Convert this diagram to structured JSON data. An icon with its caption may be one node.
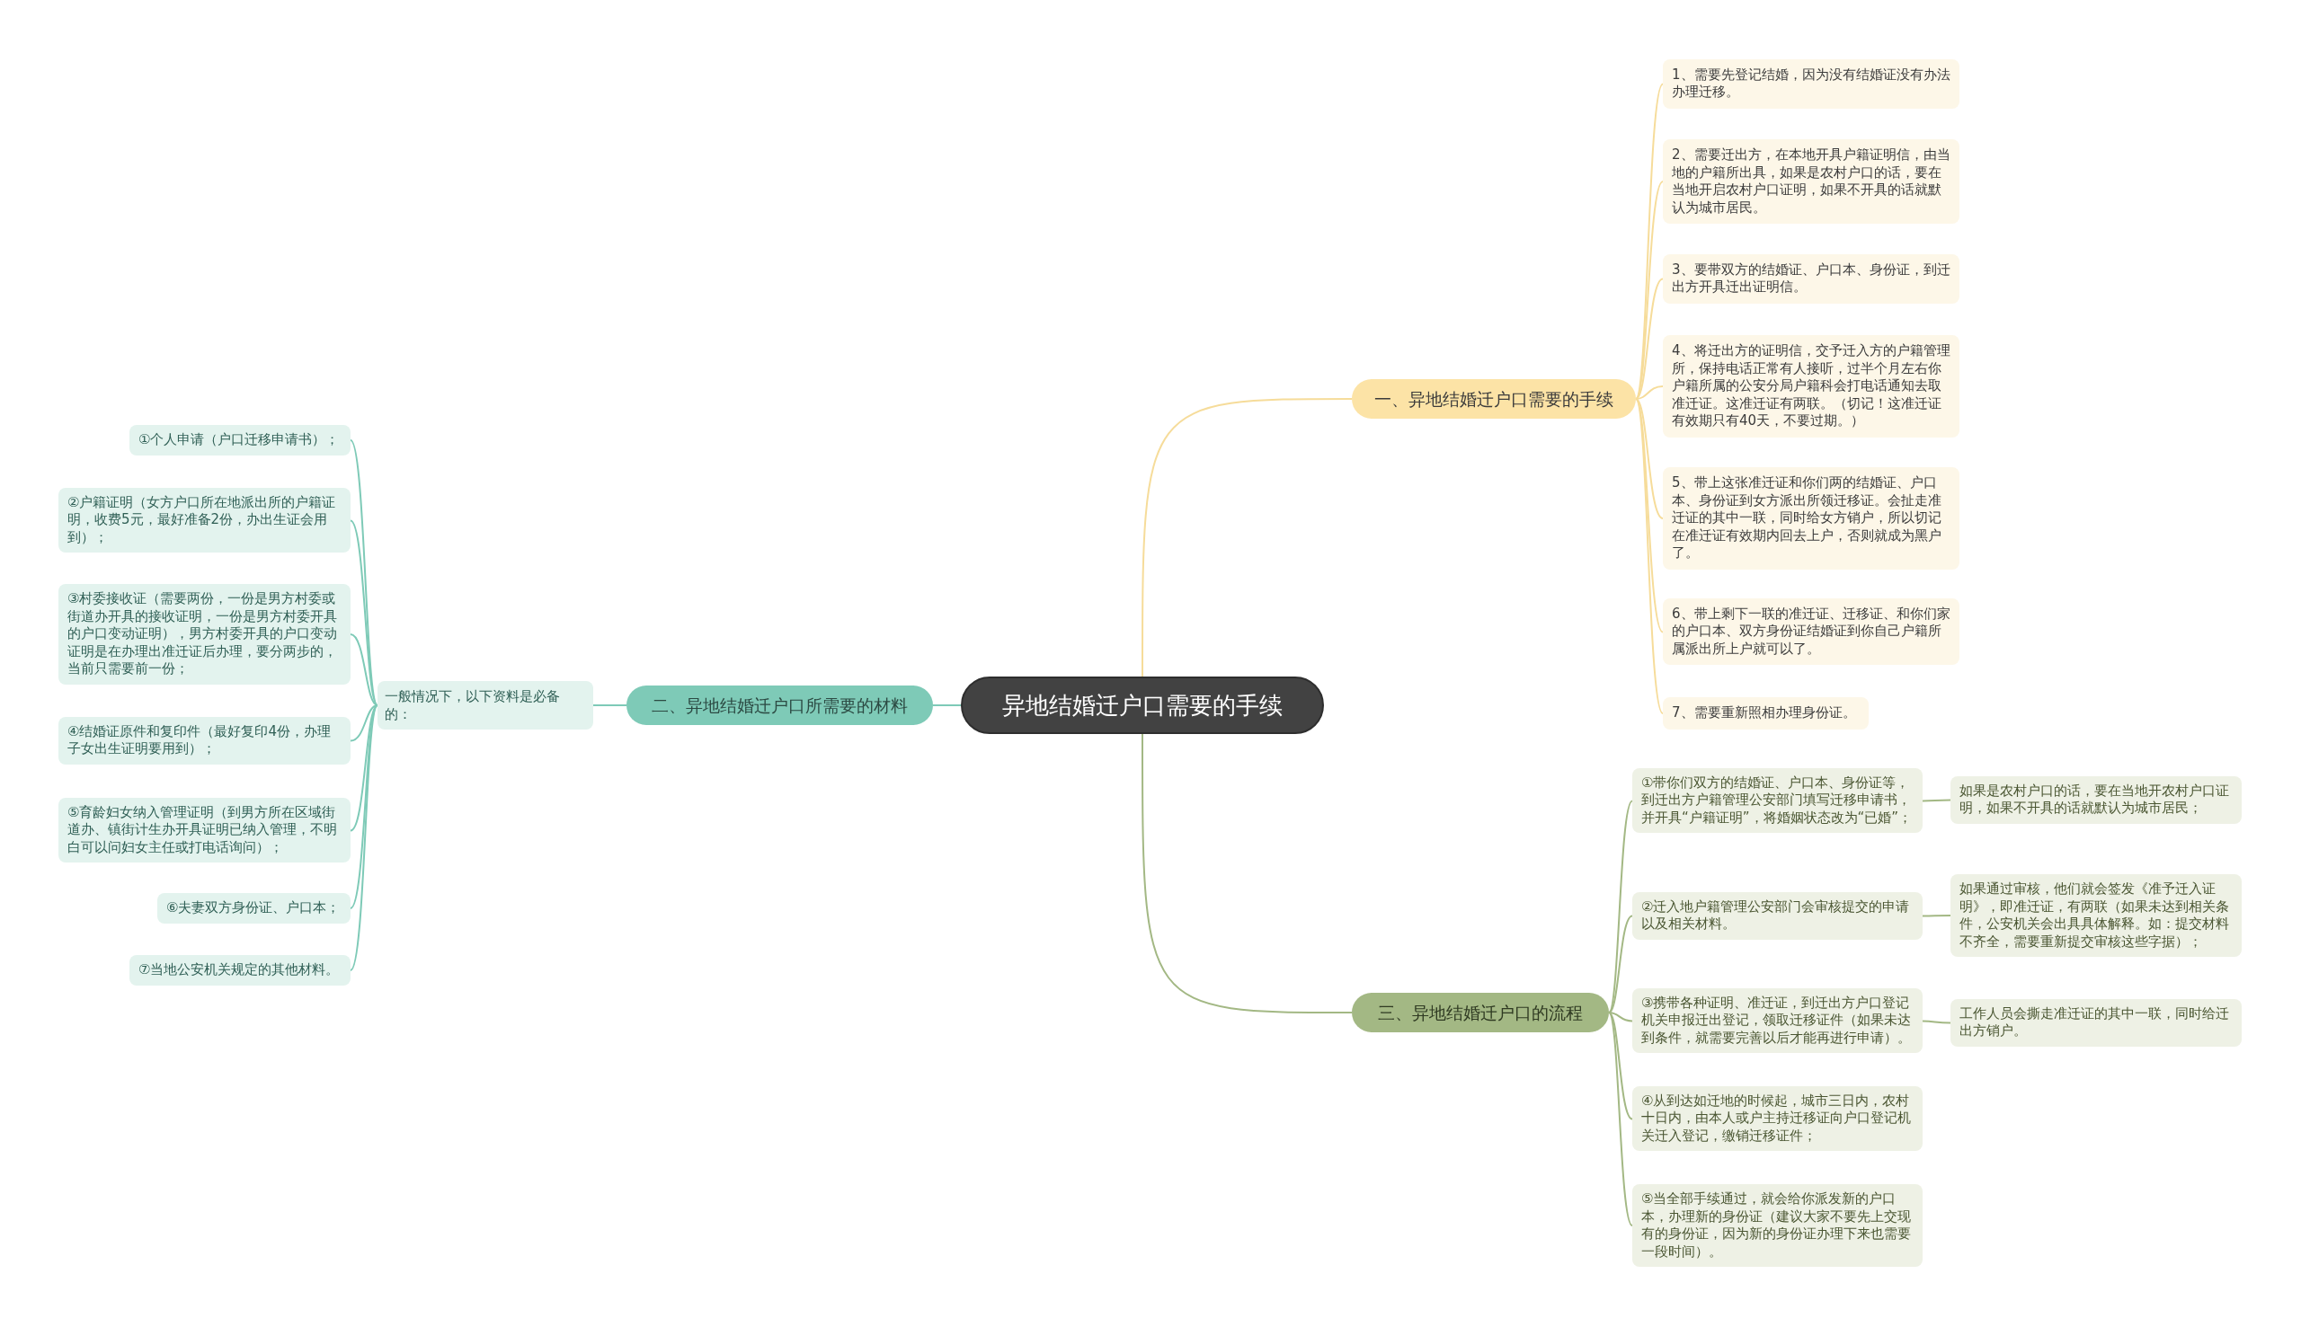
{
  "diagram": {
    "nodes": [
      {
        "text": [
          "异地结婚迁户口需要的手续"
        ]
      },
      {
        "text": [
          "一、异地结婚迁户口需要的手续"
        ]
      },
      {
        "text": [
          "1、需要先登记结婚，因为没有结婚证没有办法办理迁移。"
        ]
      },
      {
        "text": [
          "2、需要迁出方，在本地开具户籍证明信，由当地的户籍所出具，如果是农村户口的话，要在当地开启农村户口证明，如果不开具的话就默认为城市居民。"
        ]
      },
      {
        "text": [
          "3、要带双方的结婚证、户口本、身份证，到迁出方开具迁出证明信。"
        ]
      },
      {
        "text": [
          "4、将迁出方的证明信，交予迁入方的户籍管理所，保持电话正常有人接听，过半个月左右你户籍所属的公安分局户籍科会打电话通知去取准迁证。这准迁证有两联。（切记！这准迁证有效期只有40天，不要过期。）"
        ]
      },
      {
        "text": [
          "5、带上这张准迁证和你们两的结婚证、户口本、身份证到女方派出所领迁移证。会扯走准迁证的其中一联，同时给女方销户，所以切记在准迁证有效期内回去上户，否则就成为黑户了。"
        ]
      },
      {
        "text": [
          "6、带上剩下一联的准迁证、迁移证、和你们家的户口本、双方身份证结婚证到你自己户籍所属派出所上户就可以了。"
        ]
      },
      {
        "text": [
          "7、需要重新照相办理身份证。"
        ]
      },
      {
        "text": [
          "二、异地结婚迁户口所需要的材料"
        ]
      },
      {
        "text": [
          "一般情况下，以下资料是必备的："
        ]
      },
      {
        "text": [
          "①个人申请（户口迁移申请书）；"
        ]
      },
      {
        "text": [
          "②户籍证明（女方户口所在地派出所的户籍证明，收费5元，最好准备2份，办出生证会用到）；"
        ]
      },
      {
        "text": [
          "③村委接收证（需要两份，一份是男方村委或街道办开具的接收证明，一份是男方村委开具的户口变动证明），男方村委开具的户口变动证明是在办理出准迁证后办理，要分两步的，当前只需要前一份；"
        ]
      },
      {
        "text": [
          "④结婚证原件和复印件（最好复印4份，办理子女出生证明要用到）；"
        ]
      },
      {
        "text": [
          "⑤育龄妇女纳入管理证明（到男方所在区域街道办、镇街计生办开具证明已纳入管理，不明白可以问妇女主任或打电话询问）；"
        ]
      },
      {
        "text": [
          "⑥夫妻双方身份证、户口本；"
        ]
      },
      {
        "text": [
          "⑦当地公安机关规定的其他材料。"
        ]
      },
      {
        "text": [
          "三、异地结婚迁户口的流程"
        ]
      },
      {
        "text": [
          "①带你们双方的结婚证、户口本、身份证等，到迁出方户籍管理公安部门填写迁移申请书，并开具“户籍证明”，将婚姻状态改为“已婚”；"
        ]
      },
      {
        "text": [
          "②迁入地户籍管理公安部门会审核提交的申请以及相关材料。"
        ]
      },
      {
        "text": [
          "③携带各种证明、准迁证，到迁出方户口登记机关申报迁出登记，领取迁移证件（如果未达到条件，就需要完善以后才能再进行申请）。"
        ]
      },
      {
        "text": [
          "④从到达如迁地的时候起，城市三日内，农村十日内，由本人或户主持迁移证向户口登记机关迁入登记，缴销迁移证件；"
        ]
      },
      {
        "text": [
          "⑤当全部手续通过，就会给你派发新的户口本，办理新的身份证（建议大家不要先上交现有的身份证，因为新的身份证办理下来也需要一段时间）。"
        ]
      },
      {
        "text": [
          "如果是农村户口的话，要在当地开农村户口证明，如果不开具的话就默认为城市居民；"
        ]
      },
      {
        "text": [
          "如果通过审核，他们就会签发《准予迁入证明》，即准迁证，有两联（如果未达到相关条件，公安机关会出具具体解释。如：提交材料不齐全，需要重新提交审核这些字据）；"
        ]
      },
      {
        "text": [
          "工作人员会撕走准迁证的其中一联，同时给迁出方销户。"
        ]
      }
    ],
    "edges": [
      {
        "from": 0,
        "to": 1,
        "arrow": "none",
        "color": "#f6dc9a"
      },
      {
        "from": 1,
        "to": 2,
        "arrow": "none",
        "color": "#f6dc9a"
      },
      {
        "from": 1,
        "to": 3,
        "arrow": "none",
        "color": "#f6dc9a"
      },
      {
        "from": 1,
        "to": 4,
        "arrow": "none",
        "color": "#f6dc9a"
      },
      {
        "from": 1,
        "to": 5,
        "arrow": "none",
        "color": "#f6dc9a"
      },
      {
        "from": 1,
        "to": 6,
        "arrow": "none",
        "color": "#f6dc9a"
      },
      {
        "from": 1,
        "to": 7,
        "arrow": "none",
        "color": "#f6dc9a"
      },
      {
        "from": 1,
        "to": 8,
        "arrow": "none",
        "color": "#f6dc9a"
      },
      {
        "from": 0,
        "to": 9,
        "arrow": "none",
        "color": "#7ecab7"
      },
      {
        "from": 9,
        "to": 10,
        "arrow": "none",
        "color": "#7ecab7"
      },
      {
        "from": 10,
        "to": 11,
        "arrow": "none",
        "color": "#7ecab7"
      },
      {
        "from": 10,
        "to": 12,
        "arrow": "none",
        "color": "#7ecab7"
      },
      {
        "from": 10,
        "to": 13,
        "arrow": "none",
        "color": "#7ecab7"
      },
      {
        "from": 10,
        "to": 14,
        "arrow": "none",
        "color": "#7ecab7"
      },
      {
        "from": 10,
        "to": 15,
        "arrow": "none",
        "color": "#7ecab7"
      },
      {
        "from": 10,
        "to": 16,
        "arrow": "none",
        "color": "#7ecab7"
      },
      {
        "from": 10,
        "to": 17,
        "arrow": "none",
        "color": "#7ecab7"
      },
      {
        "from": 0,
        "to": 18,
        "arrow": "none",
        "color": "#a3b884"
      },
      {
        "from": 18,
        "to": 19,
        "arrow": "none",
        "color": "#a3b884"
      },
      {
        "from": 18,
        "to": 20,
        "arrow": "none",
        "color": "#a3b884"
      },
      {
        "from": 18,
        "to": 21,
        "arrow": "none",
        "color": "#a3b884"
      },
      {
        "from": 18,
        "to": 22,
        "arrow": "none",
        "color": "#a3b884"
      },
      {
        "from": 18,
        "to": 23,
        "arrow": "none",
        "color": "#a3b884"
      },
      {
        "from": 19,
        "to": 24,
        "arrow": "none",
        "color": "#a3b884"
      },
      {
        "from": 20,
        "to": 25,
        "arrow": "none",
        "color": "#a3b884"
      },
      {
        "from": 21,
        "to": 26,
        "arrow": "none",
        "color": "#a3b884"
      }
    ]
  }
}
